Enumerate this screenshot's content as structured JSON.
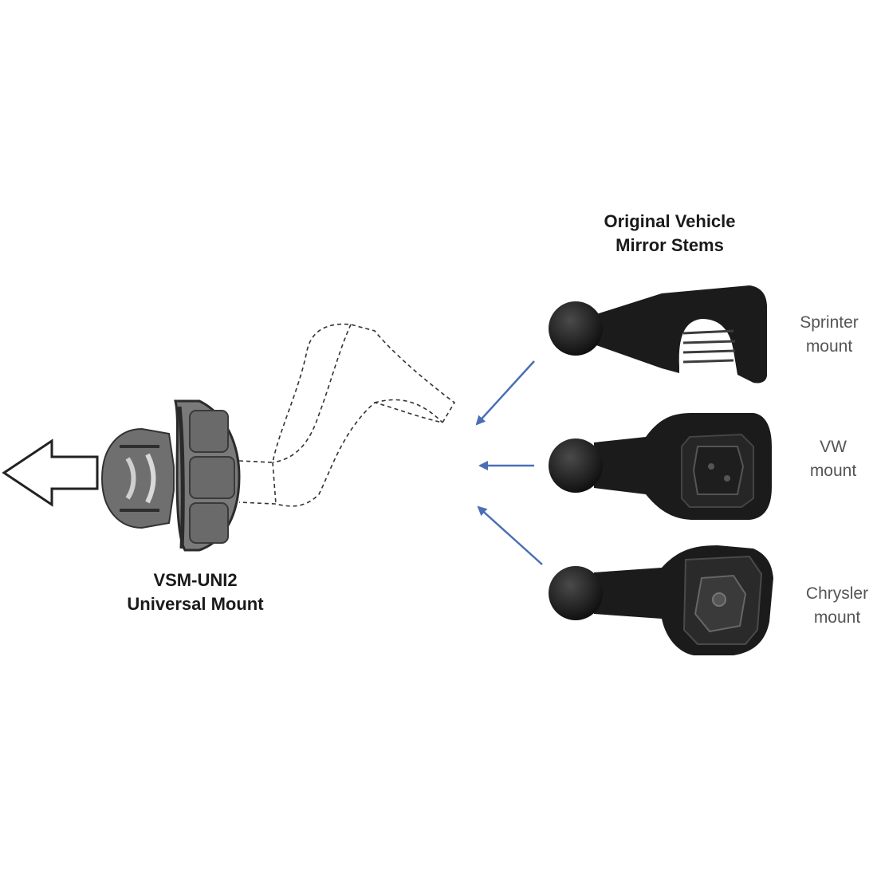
{
  "heading": {
    "line1": "Original Vehicle",
    "line2": "Mirror Stems"
  },
  "universal_mount": {
    "line1": "VSM-UNI2",
    "line2": "Universal Mount"
  },
  "mounts": [
    {
      "line1": "Sprinter",
      "line2": "mount"
    },
    {
      "line1": "VW",
      "line2": "mount"
    },
    {
      "line1": "Chrysler",
      "line2": "mount"
    }
  ],
  "colors": {
    "arrow": "#4a6fb5",
    "stem": "#1b1b1b",
    "mount_gray": "#6a6a6a"
  }
}
